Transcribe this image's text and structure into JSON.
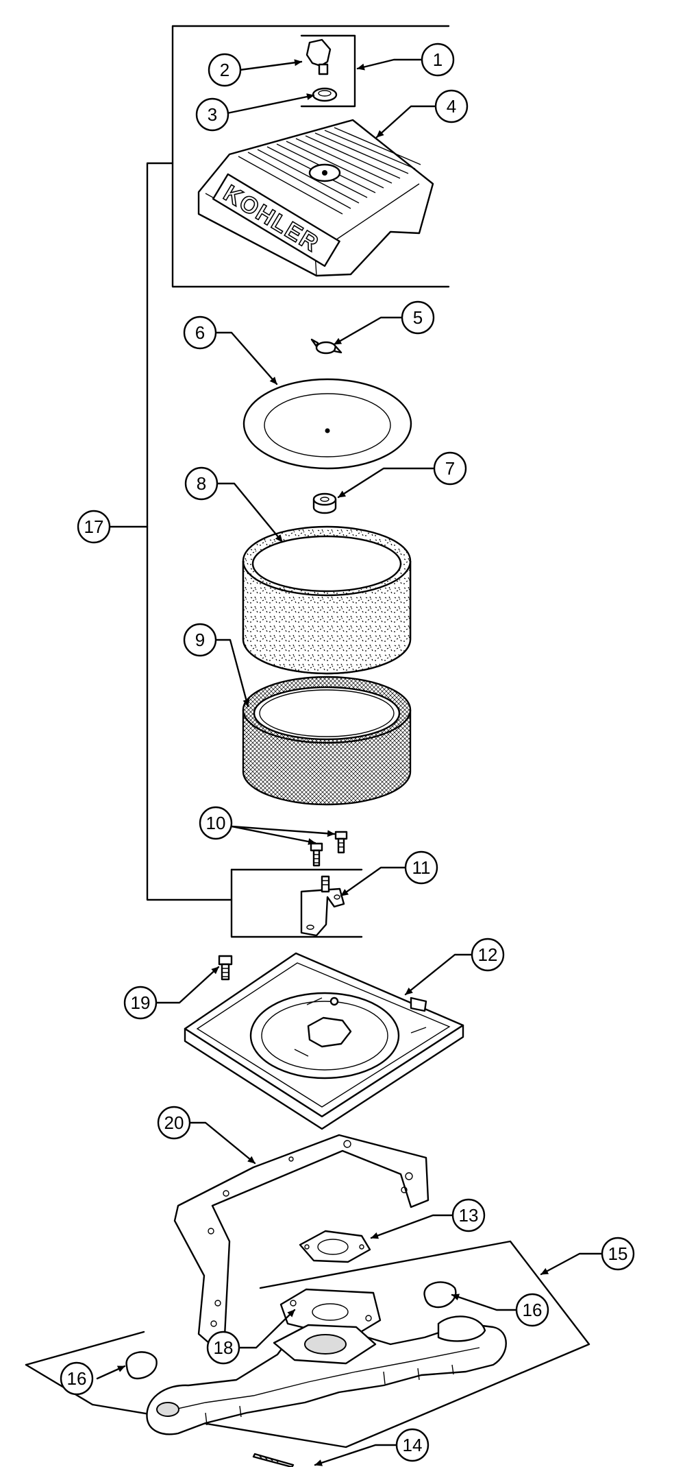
{
  "diagram": {
    "brand_label": "KOHLER",
    "callouts": [
      "1",
      "2",
      "3",
      "4",
      "5",
      "6",
      "7",
      "8",
      "9",
      "10",
      "11",
      "12",
      "13",
      "14",
      "15",
      "16",
      "16",
      "17",
      "18",
      "19",
      "20"
    ]
  }
}
